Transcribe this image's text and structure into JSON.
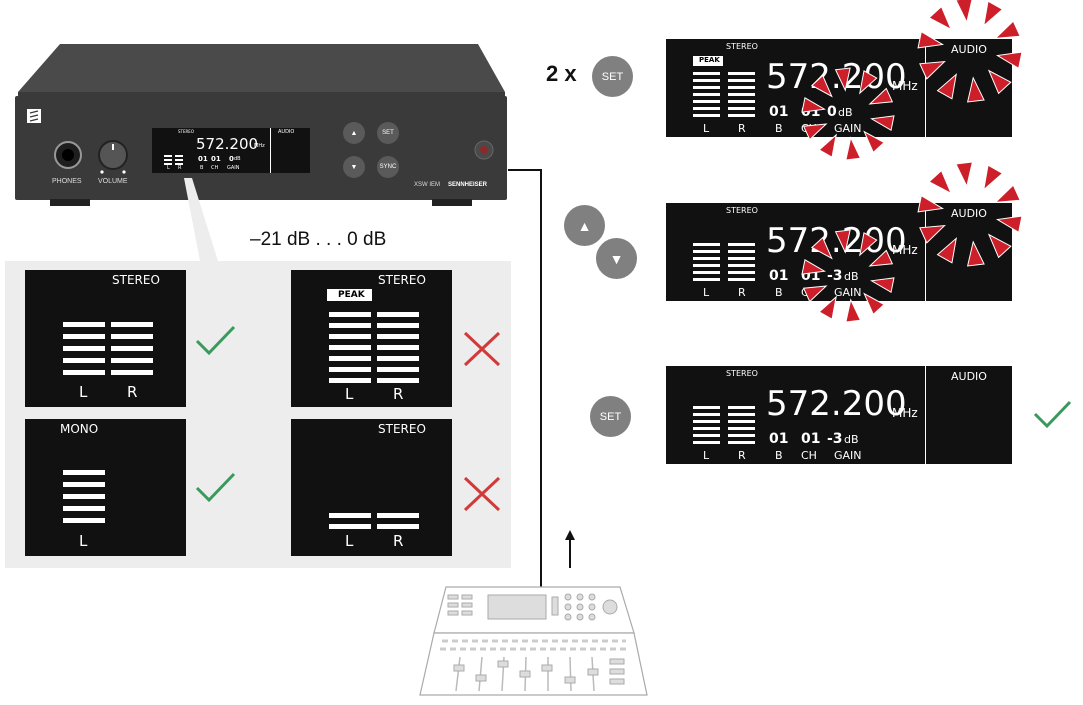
{
  "device": {
    "phones_label": "PHONES",
    "volume_label": "VOLUME",
    "model_label": "XSW IEM",
    "brand_label": "SENNHEISER",
    "set_label": "SET",
    "sync_label": "SYNC",
    "display": {
      "mode": "STEREO",
      "frequency": "572.200",
      "unit": "MHz",
      "audio_label": "AUDIO",
      "bank": "01",
      "channel": "01",
      "gain": "0",
      "gain_unit": "dB",
      "b_label": "B",
      "ch_label": "CH",
      "gain_label": "GAIN",
      "l_label": "L",
      "r_label": "R"
    }
  },
  "range_label": "–21 dB . . . 0 dB",
  "meters": {
    "stereo_ok": {
      "mode": "STEREO",
      "l": "L",
      "r": "R",
      "result": "check-icon"
    },
    "stereo_peak": {
      "mode": "STEREO",
      "peak": "PEAK",
      "l": "L",
      "r": "R",
      "result": "cross-icon"
    },
    "mono_ok": {
      "mode": "MONO",
      "l": "L",
      "result": "check-icon"
    },
    "stereo_low": {
      "mode": "STEREO",
      "l": "L",
      "r": "R",
      "result": "cross-icon"
    }
  },
  "steps": {
    "step1": {
      "press_count": "2 x",
      "button": "SET",
      "display": {
        "mode": "STEREO",
        "peak": "PEAK",
        "frequency": "572.200",
        "unit": "MHz",
        "audio": "AUDIO",
        "bank": "01",
        "channel": "01",
        "gain": "0",
        "gain_unit": "dB",
        "b": "B",
        "ch": "CH",
        "gain_label": "GAIN",
        "l": "L",
        "r": "R"
      }
    },
    "step2": {
      "display": {
        "mode": "STEREO",
        "frequency": "572.200",
        "unit": "MHz",
        "audio": "AUDIO",
        "bank": "01",
        "channel": "01",
        "gain": "-3",
        "gain_unit": "dB",
        "b": "B",
        "ch": "CH",
        "gain_label": "GAIN",
        "l": "L",
        "r": "R"
      }
    },
    "step3": {
      "button": "SET",
      "display": {
        "mode": "STEREO",
        "frequency": "572.200",
        "unit": "MHz",
        "audio": "AUDIO",
        "bank": "01",
        "channel": "01",
        "gain": "-3",
        "gain_unit": "dB",
        "b": "B",
        "ch": "CH",
        "gain_label": "GAIN",
        "l": "L",
        "r": "R"
      },
      "result": "check-icon"
    }
  },
  "colors": {
    "check": "#3a9a5b",
    "cross": "#d23a3a",
    "blink": "#cc1f2a",
    "button": "#808080"
  }
}
